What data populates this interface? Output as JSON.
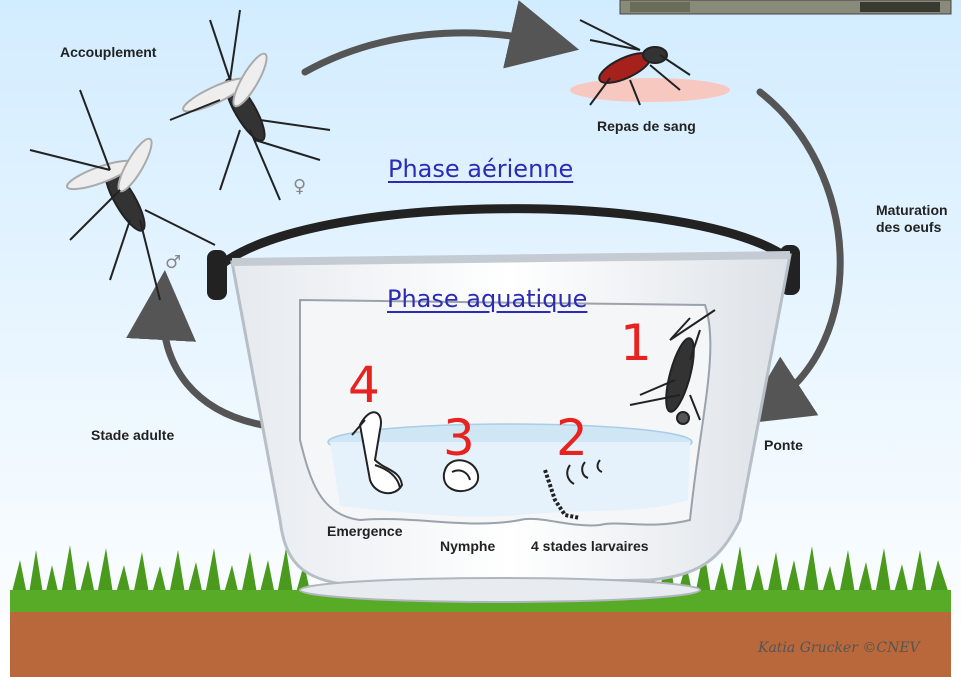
{
  "labels": {
    "accouplement": "Accouplement",
    "repas_de_sang": "Repas de sang",
    "maturation_line1": "Maturation",
    "maturation_line2": "des oeufs",
    "ponte": "Ponte",
    "stade_adulte": "Stade adulte",
    "emergence": "Emergence",
    "nymphe": "Nymphe",
    "stades_larvaires": "4 stades larvaires"
  },
  "phases": {
    "aerial": "Phase aérienne",
    "aquatic": "Phase aquatique"
  },
  "stage_numbers": {
    "one": "1",
    "two": "2",
    "three": "3",
    "four": "4"
  },
  "symbols": {
    "female": "♀",
    "male": "♂"
  },
  "credit": "Katia Grucker ©CNEV",
  "colors": {
    "sky": "#dcefff",
    "grass": "#4a9a1e",
    "soil": "#b8683a",
    "water": "#cfe6f5",
    "arrow": "#555555",
    "phase_text": "#2b2bb8",
    "stage_number": "#e8231f"
  }
}
